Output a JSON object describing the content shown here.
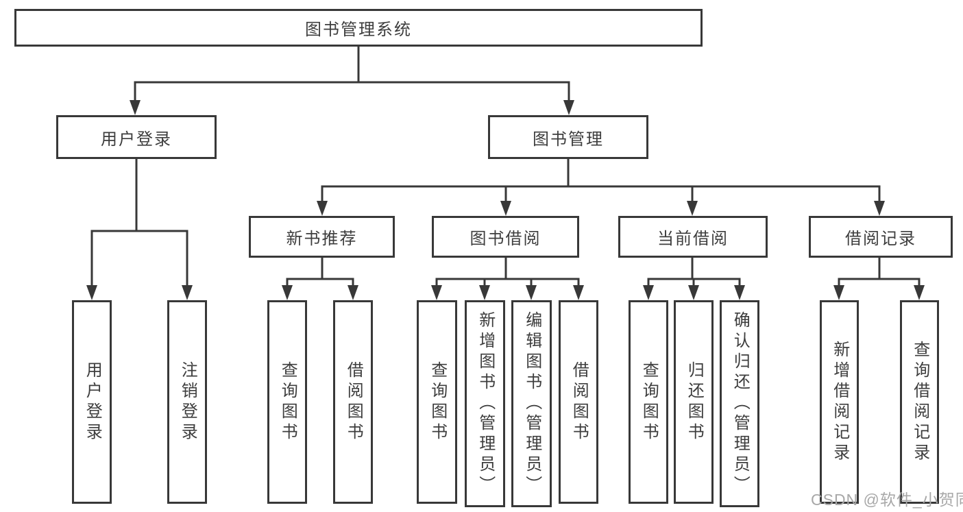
{
  "diagram": {
    "root": {
      "label": "图书管理系统"
    },
    "level2": [
      {
        "label": "用户登录",
        "children": [
          "用户登录",
          "注销登录"
        ]
      },
      {
        "label": "图书管理",
        "groups": [
          {
            "label": "新书推荐",
            "children": [
              "查询图书",
              "借阅图书"
            ]
          },
          {
            "label": "图书借阅",
            "children": [
              "查询图书",
              "新增图书（管理员）",
              "编辑图书（管理员）",
              "借阅图书"
            ]
          },
          {
            "label": "当前借阅",
            "children": [
              "查询图书",
              "归还图书",
              "确认归还（管理员）"
            ]
          },
          {
            "label": "借阅记录",
            "children": [
              "新增借阅记录",
              "查询借阅记录"
            ]
          }
        ]
      }
    ],
    "watermark": "CSDN @软件_小贺同学",
    "colors": {
      "line": "#383838",
      "box_border": "#383838",
      "box_background": "#ffffff",
      "text": "#3d3d3d",
      "watermark": "#a8a8a8"
    }
  }
}
